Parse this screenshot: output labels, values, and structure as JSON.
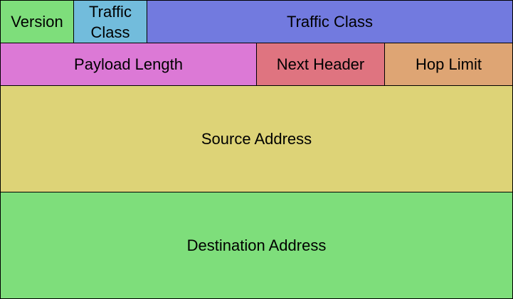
{
  "fields": {
    "version": {
      "label": "Version",
      "color": "#7ede7b"
    },
    "traffic_class_1": {
      "label": "Traffic Class",
      "color": "#72bcdc"
    },
    "traffic_class_2": {
      "label": "Traffic Class",
      "color": "#727adf"
    },
    "payload_length": {
      "label": "Payload Length",
      "color": "#dc79d6"
    },
    "next_header": {
      "label": "Next Header",
      "color": "#df7480"
    },
    "hop_limit": {
      "label": "Hop Limit",
      "color": "#dea574"
    },
    "source_address": {
      "label": "Source Address",
      "color": "#ddd377"
    },
    "destination_address": {
      "label": "Destination Address",
      "color": "#7ede7b"
    }
  }
}
